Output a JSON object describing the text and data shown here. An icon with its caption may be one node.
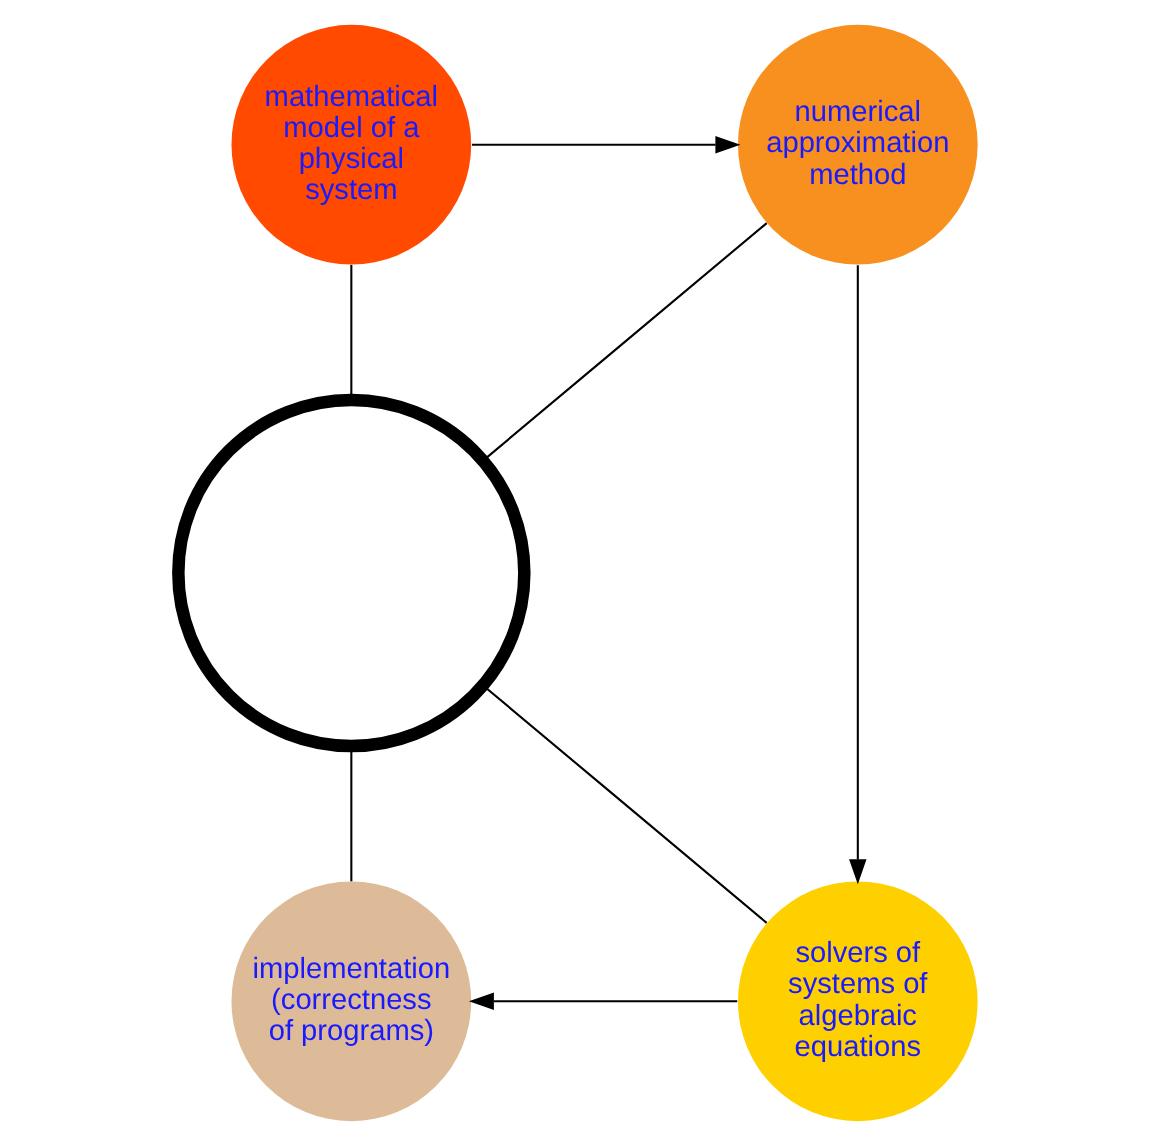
{
  "diagram": {
    "nodes": [
      {
        "text": [
          "mathematical model of a physical system"
        ]
      },
      {
        "text": [
          "numerical approximation method"
        ]
      },
      {
        "text": [
          "solvers of systems of algebraic equations"
        ]
      },
      {
        "text": [
          "implementation (correctness of programs)"
        ]
      },
      {
        "text": [],
        "shape": "circle"
      }
    ],
    "edges": [
      {
        "from": 0,
        "to": 1,
        "arrow": "to"
      },
      {
        "from": 1,
        "to": 2,
        "arrow": "to"
      },
      {
        "from": 2,
        "to": 3,
        "arrow": "to"
      },
      {
        "from": 0,
        "to": 4,
        "arrow": "none"
      },
      {
        "from": 1,
        "to": 4,
        "arrow": "none"
      },
      {
        "from": 4,
        "to": 2,
        "arrow": "none"
      },
      {
        "from": 4,
        "to": 3,
        "arrow": "none"
      }
    ]
  }
}
